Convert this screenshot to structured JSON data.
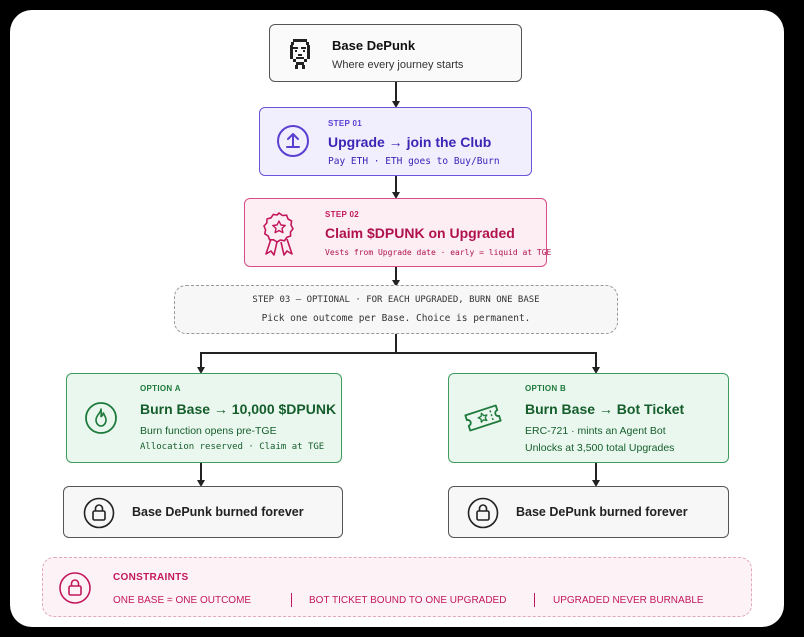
{
  "start": {
    "title": "Base DePunk",
    "subtitle": "Where every journey starts"
  },
  "step1": {
    "tag": "STEP 01",
    "title": "Upgrade → join the Club",
    "subtitle": "Pay ETH · ETH goes to Buy/Burn"
  },
  "step2": {
    "tag": "STEP 02",
    "title": "Claim $DPUNK on Upgraded",
    "subtitle": "Vests from Upgrade date  ·  early = liquid at TGE"
  },
  "step3": {
    "line1": "STEP 03 — OPTIONAL · FOR EACH UPGRADED, BURN ONE BASE",
    "line2": "Pick one outcome per Base. Choice is permanent."
  },
  "optionA": {
    "tag": "OPTION A",
    "title": "Burn Base → 10,000 $DPUNK",
    "line1": "Burn function opens pre-TGE",
    "line2": "Allocation reserved · Claim at TGE"
  },
  "optionB": {
    "tag": "OPTION B",
    "title": "Burn Base → Bot Ticket",
    "line1": "ERC-721 · mints an Agent Bot",
    "line2": "Unlocks at 3,500 total Upgrades"
  },
  "resultA": {
    "label": "Base DePunk burned forever"
  },
  "resultB": {
    "label": "Base DePunk burned forever"
  },
  "constraints": {
    "title": "CONSTRAINTS",
    "items": [
      "ONE BASE = ONE OUTCOME",
      "BOT TICKET BOUND TO ONE UPGRADED",
      "UPGRADED NEVER BURNABLE"
    ]
  },
  "colors": {
    "purple": "#5b3fd1",
    "pink": "#c2185b",
    "green": "#1e7a3c",
    "gray": "#333333"
  }
}
